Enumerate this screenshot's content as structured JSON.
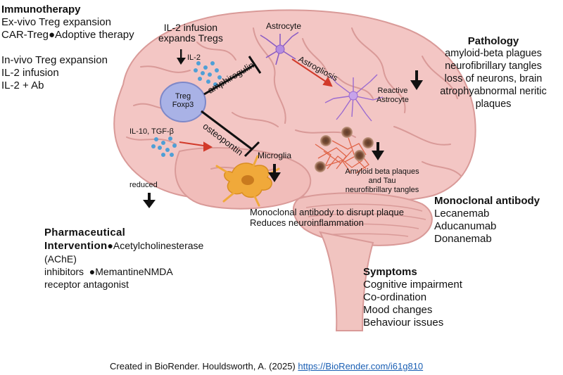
{
  "immunotherapy": {
    "title": "Immunotherapy",
    "lines": [
      "Ex-vivo Treg expansion",
      "CAR-Treg●Adoptive therapy",
      "",
      "In-vivo Treg expansion",
      "IL-2 infusion",
      "IL-2 + Ab"
    ]
  },
  "il2_infusion": {
    "line1": "IL-2 infusion",
    "line2": "expands Tregs",
    "il2_label": "IL-2"
  },
  "treg": {
    "line1": "Treg",
    "line2": "Foxp3"
  },
  "pathways": {
    "amphiregulin": "amphiregulin",
    "osteopontin": "osteopontin",
    "astrogliosis": "Astrogliosis"
  },
  "cells": {
    "astrocyte": "Astrocyte",
    "reactive_line1": "Reactive",
    "reactive_line2": "Astrocyte",
    "microglia": "Microglia"
  },
  "cytokines": "IL-10, TGF-β",
  "reduced": "reduced",
  "plaques": {
    "line1": "Amyloid beta plaques",
    "line2": "and Tau",
    "line3": "neurofibrillary tangles"
  },
  "monoclonal_note": {
    "line1": "Monoclonal antibody to disrupt plaque",
    "line2": "Reduces neuroinflammation"
  },
  "pathology": {
    "title": "Pathology",
    "lines": [
      "amyloid-beta plagues",
      "neurofibrillary tangles",
      "loss of neurons, brain",
      "atrophyabnormal neritic",
      "plaques"
    ]
  },
  "monoclonal": {
    "title": "Monoclonal antibody",
    "items": [
      "Lecanemab",
      "Aducanumab",
      "Donanemab"
    ]
  },
  "pharma": {
    "title1": "Pharmaceutical",
    "title2": "Intervention",
    "line1_rest": "●Acetylcholinesterase",
    "line2": "(AChE)",
    "line3": "inhibitors  ●MemantineNMDA",
    "line4": "receptor antagonist"
  },
  "symptoms": {
    "title": "Symptoms",
    "items": [
      "Cognitive impairment",
      "Co-ordination",
      "Mood changes",
      "Behaviour issues"
    ]
  },
  "credit": {
    "text": "Created in BioRender. Houldsworth, A. (2025) ",
    "link": "https://BioRender.com/i61g810"
  },
  "colors": {
    "brain_fill": "#f3c6c4",
    "brain_stroke": "#d99a98",
    "treg_fill": "#a9b2e6",
    "arrow_red": "#d23a2a",
    "microglia": "#f0a93a",
    "astrocyte": "#8a5cc4",
    "reactive_astrocyte": "#9b6bd0",
    "tangles": "#e0664a"
  }
}
